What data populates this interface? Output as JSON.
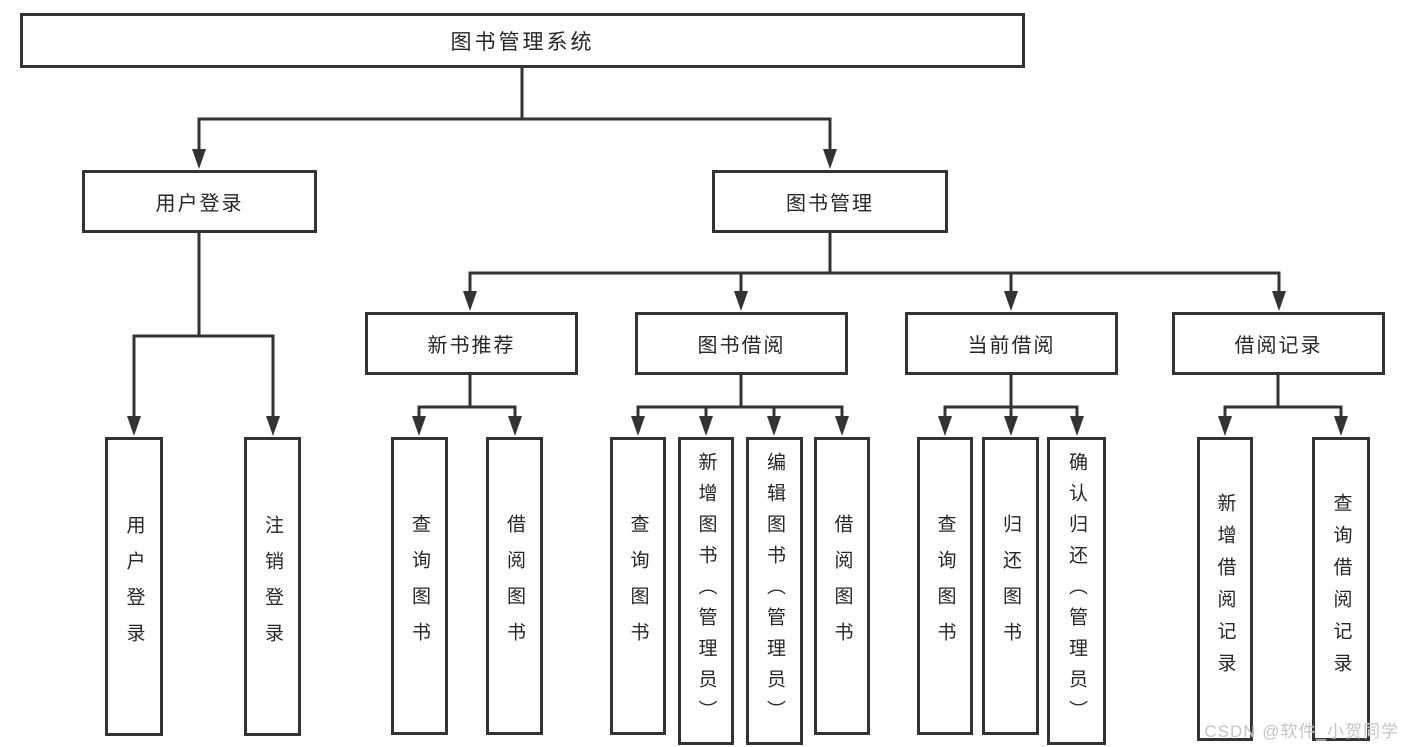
{
  "tree": {
    "label": "图书管理系统",
    "children": [
      {
        "label": "用户登录",
        "children": [
          {
            "label": "用户登录"
          },
          {
            "label": "注销登录"
          }
        ]
      },
      {
        "label": "图书管理",
        "children": [
          {
            "label": "新书推荐",
            "children": [
              {
                "label": "查询图书"
              },
              {
                "label": "借阅图书"
              }
            ]
          },
          {
            "label": "图书借阅",
            "children": [
              {
                "label": "查询图书"
              },
              {
                "label": "新增图书（管理员）"
              },
              {
                "label": "编辑图书（管理员）"
              },
              {
                "label": "借阅图书"
              }
            ]
          },
          {
            "label": "当前借阅",
            "children": [
              {
                "label": "查询图书"
              },
              {
                "label": "归还图书"
              },
              {
                "label": "确认归还（管理员）"
              }
            ]
          },
          {
            "label": "借阅记录",
            "children": [
              {
                "label": "新增借阅记录"
              },
              {
                "label": "查询借阅记录"
              }
            ]
          }
        ]
      }
    ]
  },
  "watermark": {
    "text": "CSDN @软件_小贺同学",
    "color": "#c5c5c5"
  },
  "colors": {
    "line": "#333333",
    "box_border": "#333333",
    "text": "#262626",
    "background": "#ffffff"
  }
}
